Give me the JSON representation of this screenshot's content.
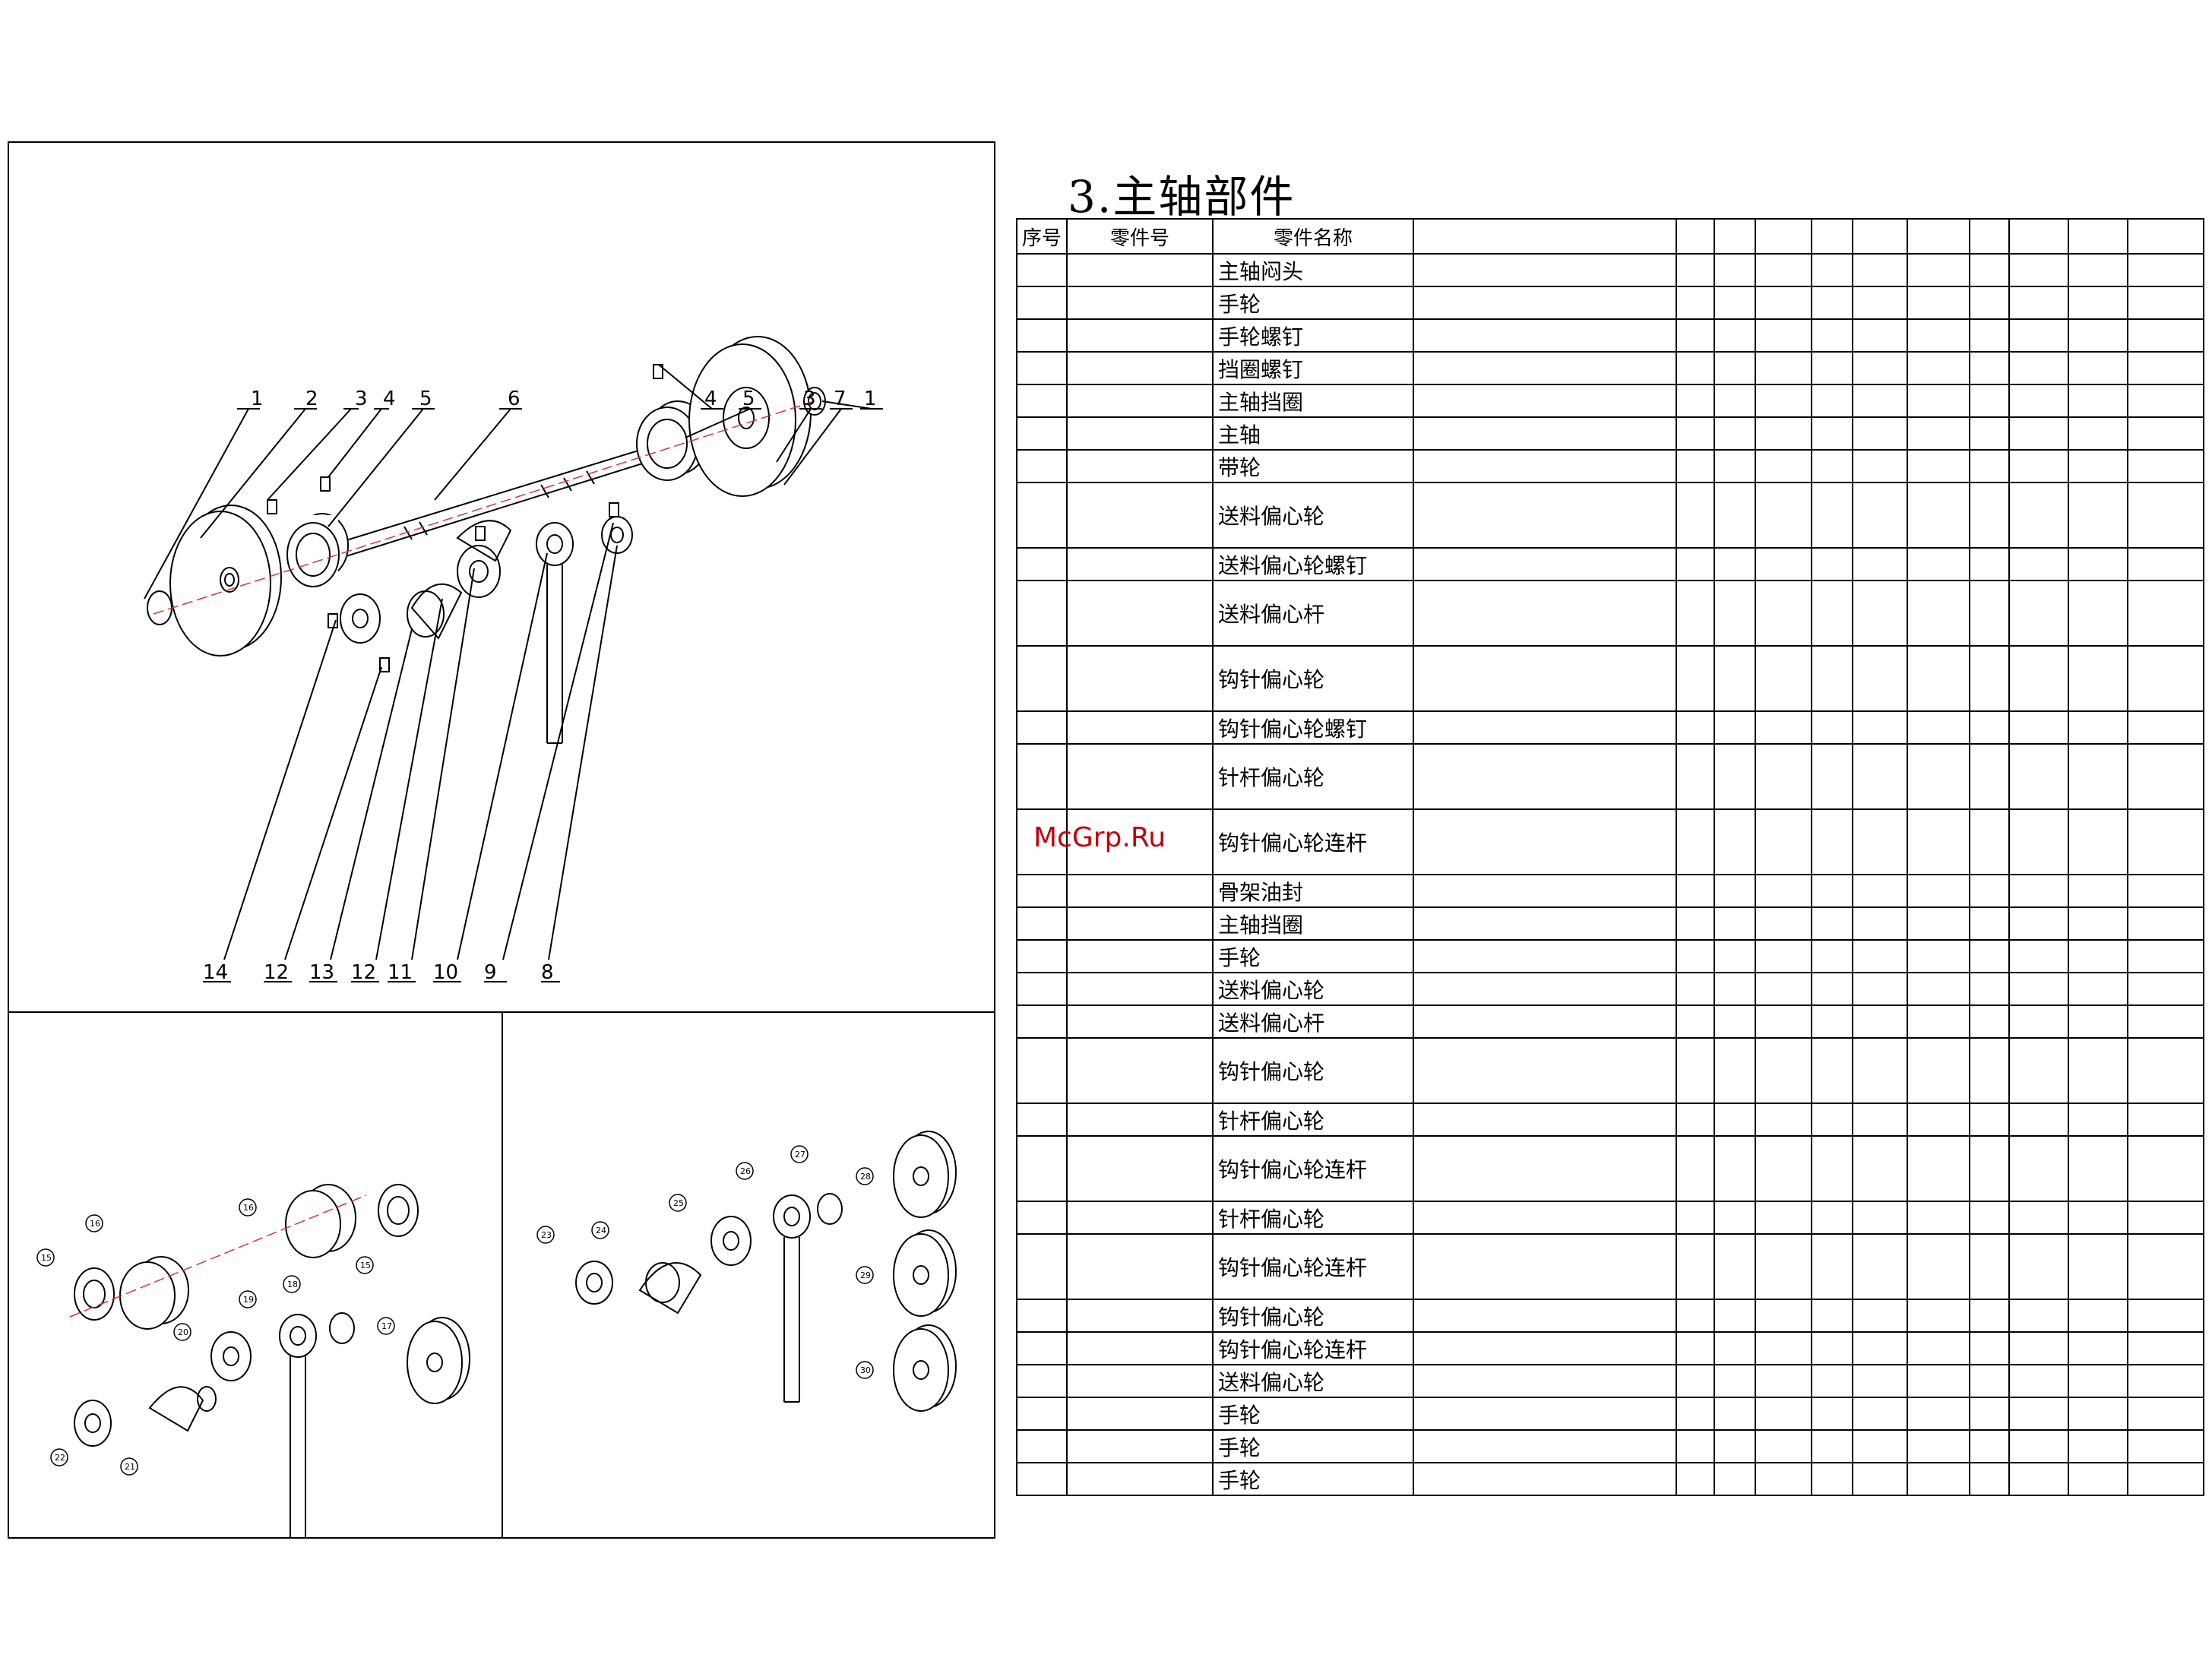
{
  "title": "3.主轴部件",
  "watermark": "McGrp.Ru",
  "table": {
    "headers": [
      "序号",
      "零件号",
      "零件名称"
    ],
    "rows": [
      {
        "name": "主轴闷头",
        "tall": false
      },
      {
        "name": "手轮",
        "tall": false
      },
      {
        "name": "手轮螺钉",
        "tall": false
      },
      {
        "name": "挡圈螺钉",
        "tall": false
      },
      {
        "name": "主轴挡圈",
        "tall": false
      },
      {
        "name": "主轴",
        "tall": false
      },
      {
        "name": "带轮",
        "tall": false
      },
      {
        "name": "送料偏心轮",
        "tall": true
      },
      {
        "name": "送料偏心轮螺钉",
        "tall": false
      },
      {
        "name": "送料偏心杆",
        "tall": true
      },
      {
        "name": "钩针偏心轮",
        "tall": true
      },
      {
        "name": "钩针偏心轮螺钉",
        "tall": false
      },
      {
        "name": "针杆偏心轮",
        "tall": true
      },
      {
        "name": "钩针偏心轮连杆",
        "tall": true
      },
      {
        "name": "骨架油封",
        "tall": false
      },
      {
        "name": "主轴挡圈",
        "tall": false
      },
      {
        "name": "手轮",
        "tall": false
      },
      {
        "name": "送料偏心轮",
        "tall": false
      },
      {
        "name": "送料偏心杆",
        "tall": false
      },
      {
        "name": "钩针偏心轮",
        "tall": true
      },
      {
        "name": "针杆偏心轮",
        "tall": false
      },
      {
        "name": "钩针偏心轮连杆",
        "tall": true
      },
      {
        "name": "针杆偏心轮",
        "tall": false
      },
      {
        "name": "钩针偏心轮连杆",
        "tall": true
      },
      {
        "name": "钩针偏心轮",
        "tall": false
      },
      {
        "name": "钩针偏心轮连杆",
        "tall": false
      },
      {
        "name": "送料偏心轮",
        "tall": false
      },
      {
        "name": "手轮",
        "tall": false
      },
      {
        "name": "手轮",
        "tall": false
      },
      {
        "name": "手轮",
        "tall": false
      }
    ]
  },
  "diagram_main": {
    "top_labels_left": [
      "1",
      "2",
      "3",
      "4",
      "5",
      "6"
    ],
    "top_labels_right": [
      "4",
      "5",
      "3",
      "7",
      "1"
    ],
    "bottom_labels": [
      "14",
      "12",
      "13",
      "12",
      "11",
      "10",
      "9",
      "8"
    ]
  },
  "diagram_bl": {
    "labels": [
      "15",
      "16",
      "16",
      "15",
      "19",
      "18",
      "17",
      "20",
      "21",
      "22"
    ]
  },
  "diagram_br": {
    "labels": [
      "23",
      "24",
      "25",
      "26",
      "27",
      "28",
      "29",
      "30"
    ]
  }
}
